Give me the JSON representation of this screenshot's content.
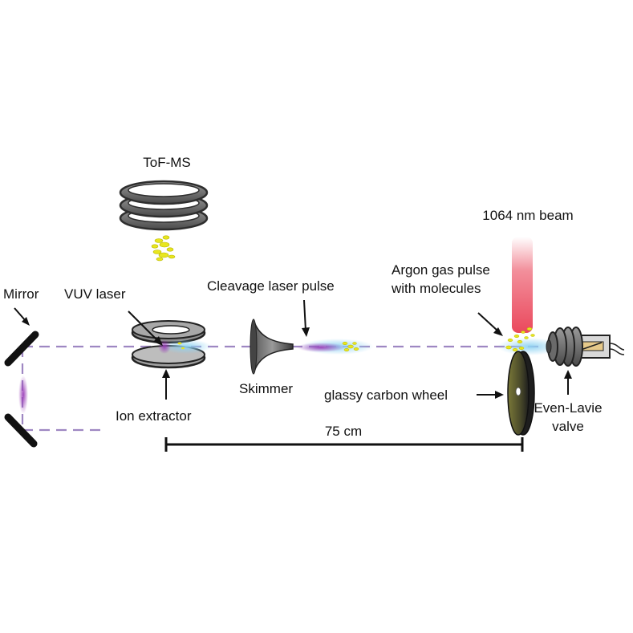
{
  "labels": {
    "tof_ms": "ToF-MS",
    "beam_1064": "1064 nm beam",
    "mirror": "Mirror",
    "vuv_laser": "VUV laser",
    "cleavage_laser_pulse": "Cleavage laser pulse",
    "argon_line1": "Argon gas pulse",
    "argon_line2": "with molecules",
    "skimmer": "Skimmer",
    "glassy_carbon_wheel": "glassy carbon wheel",
    "ion_extractor": "Ion extractor",
    "even_lavie_line1": "Even-Lavie",
    "even_lavie_line2": "valve",
    "scale_75cm": "75 cm"
  },
  "colors": {
    "laser_path": "#9e87c2",
    "beam_1064": "#e8344a",
    "molecular_beam": "#8fd3f2",
    "ions": "#e8e61e",
    "vuv_glow": "#a04cc0",
    "metal_dark": "#3a3a3a",
    "metal_mid": "#8c8c8c",
    "wheel_rim": "#6b6a30"
  }
}
